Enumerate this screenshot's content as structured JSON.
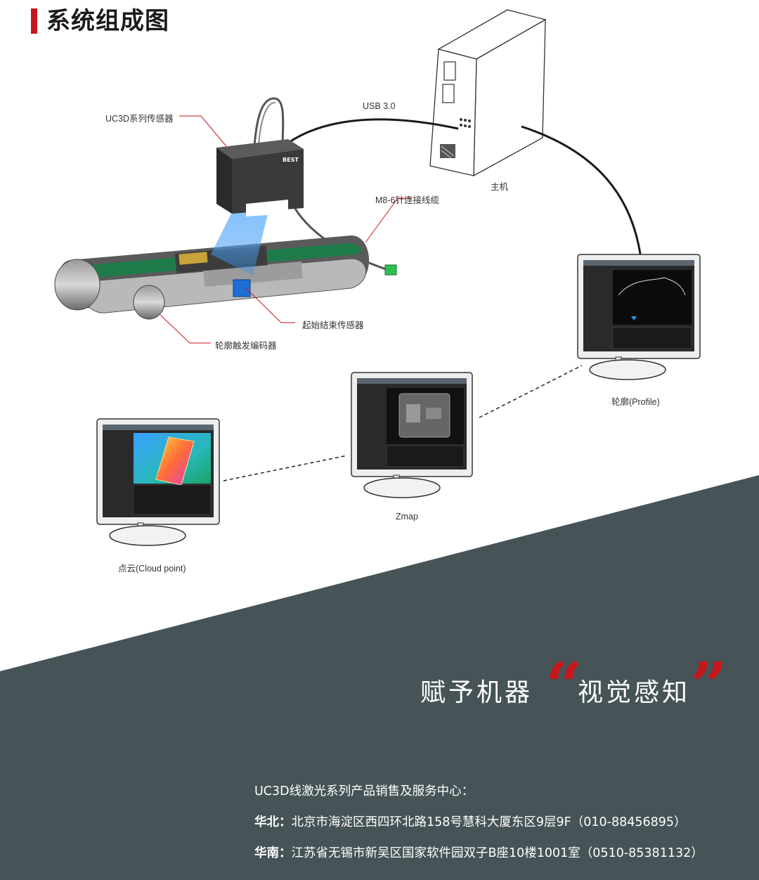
{
  "page_title": "系统组成图",
  "labels": {
    "sensor": "UC3D系列传感器",
    "usb": "USB 3.0",
    "host": "主机",
    "cable": "M8-6针连接线缆",
    "start_end_sensor": "起始结束传感器",
    "encoder": "轮廓触发编码器",
    "profile": "轮廓(Profile)",
    "zmap": "Zmap",
    "cloud": "点云(Cloud point)"
  },
  "sensor_brand": "BEST",
  "slogan": {
    "part1": "赋予机器",
    "part2": "视觉感知",
    "quote_open": "“",
    "quote_close": "”"
  },
  "contact": {
    "heading": "UC3D线激光系列产品销售及服务中心：",
    "north_label": "华北：",
    "north_text": "北京市海淀区西四环北路158号慧科大厦东区9层9F（010-88456895）",
    "south_label": "华南：",
    "south_text": "江苏省无锡市新吴区国家软件园双子B座10楼1001室（0510-85381132）"
  },
  "colors": {
    "accent_red": "#c8161d",
    "footer_bg": "#465457",
    "laser_blue": "#2f8fe8",
    "belt_green": "#1f7a4a"
  }
}
